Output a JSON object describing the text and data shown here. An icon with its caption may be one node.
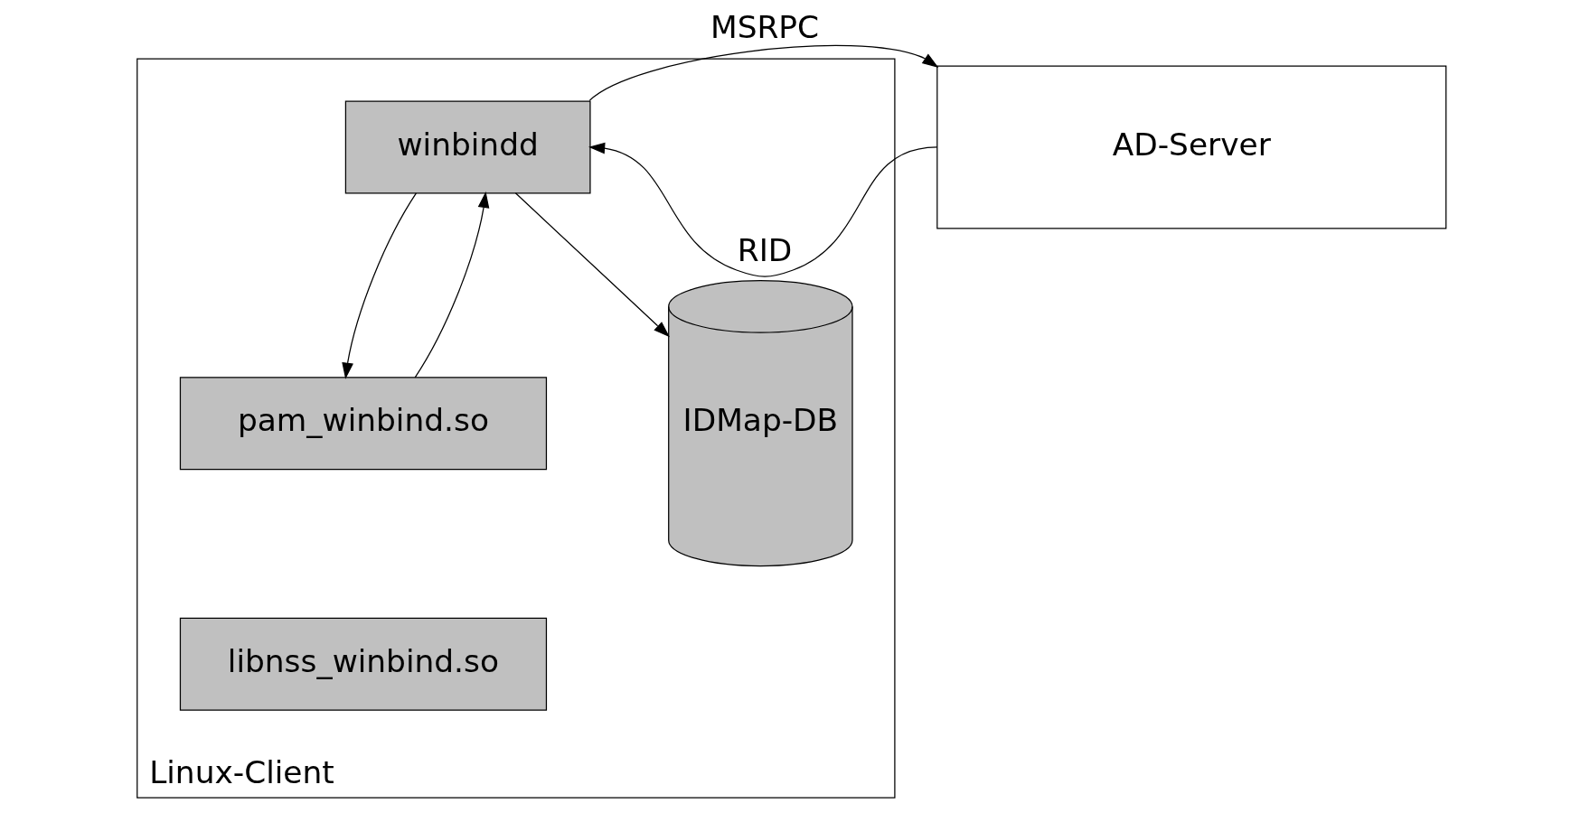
{
  "diagram": {
    "nodes": [
      {
        "text": [
          "Linux-Client"
        ]
      },
      {
        "text": [
          "winbindd"
        ],
        "in": 0
      },
      {
        "text": [
          "pam_winbind.so"
        ],
        "in": 0
      },
      {
        "text": [
          "libnss_winbind.so"
        ],
        "in": 0
      },
      {
        "text": [
          "IDMap-DB"
        ],
        "in": 0
      },
      {
        "text": [
          "AD-Server"
        ]
      }
    ],
    "edges": [
      {
        "from": 2,
        "to": 1,
        "arrow": "to"
      },
      {
        "from": 1,
        "to": 2,
        "arrow": "to"
      },
      {
        "from": 1,
        "to": 4,
        "arrow": "to"
      },
      {
        "from": 1,
        "to": 5,
        "arrow": "to",
        "label": "MSRPC"
      },
      {
        "from": 5,
        "to": 1,
        "arrow": "to",
        "label": "RID"
      }
    ]
  }
}
